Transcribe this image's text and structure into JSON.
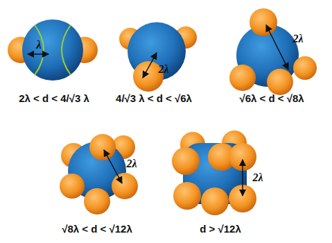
{
  "diagram": {
    "labels": [
      "λ",
      "2λ < d < 4/√3 λ",
      "2λ",
      "4/√3 λ < d < √6λ",
      "2λ",
      "√6λ < d < √8λ",
      "2λ",
      "√8λ < d < √12λ",
      "2λ",
      "d > √12λ"
    ]
  }
}
